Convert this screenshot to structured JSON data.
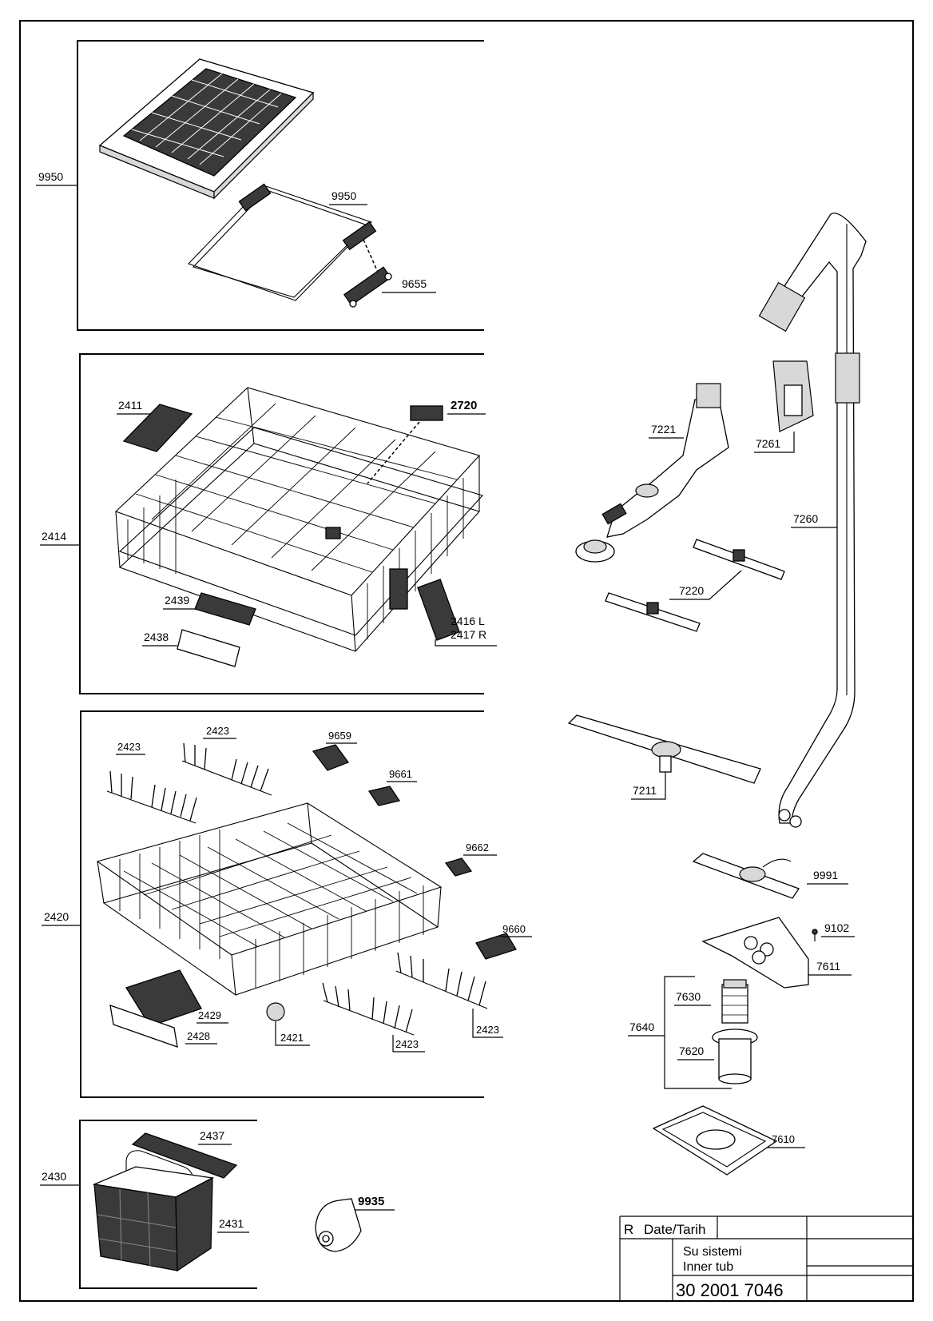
{
  "labels": {
    "g9950_outer": "9950",
    "g9950_inner": "9950",
    "p9655": "9655",
    "p2411": "2411",
    "p2720": "2720",
    "g2414": "2414",
    "p2439": "2439",
    "p2438": "2438",
    "p2416": "2416 L",
    "p2417": "2417 R",
    "p2423a": "2423",
    "p2423b": "2423",
    "p2423c": "2423",
    "p2423d": "2423",
    "p9659": "9659",
    "p9661": "9661",
    "p9662": "9662",
    "p9660": "9660",
    "g2420": "2420",
    "p2429": "2429",
    "p2428": "2428",
    "p2421": "2421",
    "p2437": "2437",
    "g2430": "2430",
    "p2431": "2431",
    "p9935": "9935",
    "p7221": "7221",
    "p7261": "7261",
    "p7260": "7260",
    "p7220": "7220",
    "p7211": "7211",
    "p9991": "9991",
    "p9102": "9102",
    "p7611": "7611",
    "p7630": "7630",
    "g7640": "7640",
    "p7620": "7620",
    "p7610": "7610"
  },
  "title_block": {
    "rev": "R",
    "date_label": "Date/Tarih",
    "title_tr": "Su sistemi",
    "title_en": "Inner tub",
    "doc_number": "30 2001 7046"
  }
}
